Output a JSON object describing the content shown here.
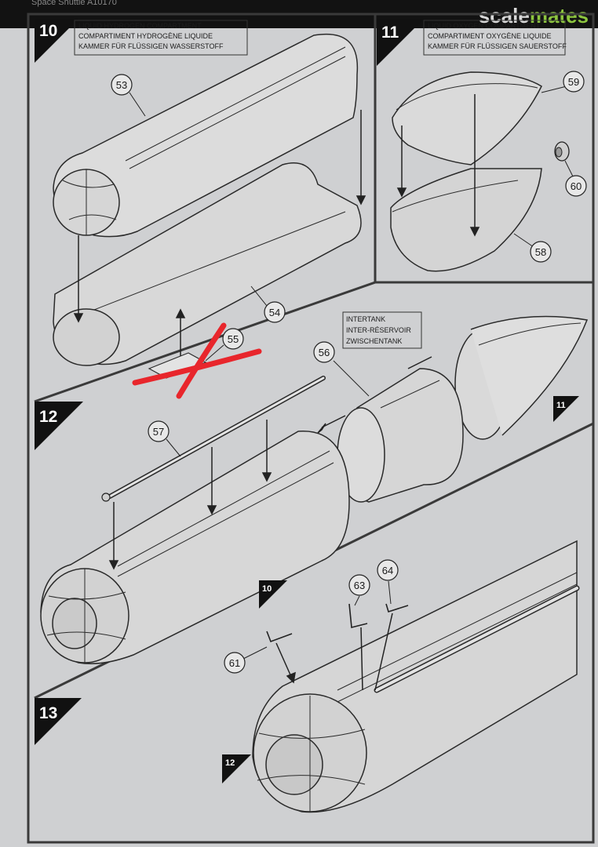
{
  "header": {
    "text": "Space Shuttle A10170",
    "brand_part1": "scale",
    "brand_part2": "mates",
    "brand_color_1": "#d9d9d9",
    "brand_color_2": "#8dc63f"
  },
  "steps": {
    "s10": {
      "number": "10",
      "caption": [
        "LIQUID HYDROGEN COMPARTMENT",
        "COMPARTIMENT HYDROGÈNE LIQUIDE",
        "KAMMER FÜR FLÜSSIGEN WASSERSTOFF"
      ]
    },
    "s11": {
      "number": "11",
      "caption": [
        "LIQUID OXYGEN COMPARTMENT",
        "COMPARTIMENT OXYGÈNE LIQUIDE",
        "KAMMER FÜR FLÜSSIGEN SAUERSTOFF"
      ]
    },
    "s12": {
      "number": "12",
      "caption": [
        "INTERTANK",
        "INTER-RÉSERVOIR",
        "ZWISCHENTANK"
      ]
    },
    "s13": {
      "number": "13"
    }
  },
  "parts": {
    "p53": "53",
    "p54": "54",
    "p55": "55",
    "p56": "56",
    "p57": "57",
    "p58": "58",
    "p59": "59",
    "p60": "60",
    "p61": "61",
    "p63": "63",
    "p64": "64"
  },
  "refs": {
    "r11": "11",
    "r10": "10",
    "r12": "12"
  },
  "annotation": {
    "mark": "cross-out-mark",
    "color": "#e8262c"
  }
}
